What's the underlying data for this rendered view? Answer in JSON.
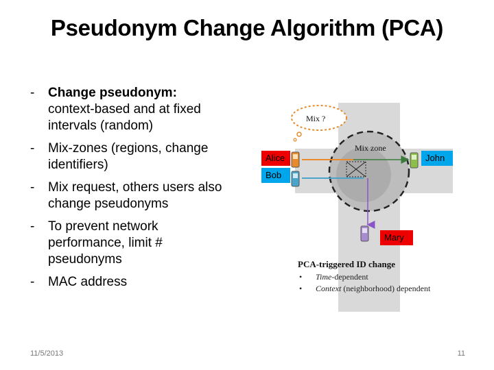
{
  "slide": {
    "title": "Pseudonym Change Algorithm (PCA)",
    "bullets": [
      {
        "dash": "-",
        "strong": "Change pseudonym:",
        "text": "context-based  and at fixed intervals (random)"
      },
      {
        "dash": "-",
        "text": "Mix-zones (regions, change identifiers)"
      },
      {
        "dash": "-",
        "text": "Mix request, others users also change pseudonyms"
      },
      {
        "dash": "-",
        "text": "To prevent network performance, limit # pseudonyms"
      },
      {
        "dash": "-",
        "text": "MAC address"
      }
    ],
    "footer": {
      "date": "11/5/2013",
      "page": "11"
    }
  },
  "figure": {
    "cloud_label": "Mix ?",
    "zone_label": "Mix zone",
    "labels": {
      "alice": "Alice",
      "bob": "Bob",
      "john": "John",
      "mary": "Mary"
    },
    "caption": {
      "title": "PCA-triggered ID change",
      "items": [
        {
          "italic": "Time",
          "text": "-dependent"
        },
        {
          "italic": "Context",
          "text": " (neighborhood) dependent"
        }
      ]
    },
    "colors": {
      "red_tag": "#ee0000",
      "blue_tag": "#00a6ec",
      "road": "#d9d9d9",
      "zone": "#b3b3b3"
    }
  }
}
